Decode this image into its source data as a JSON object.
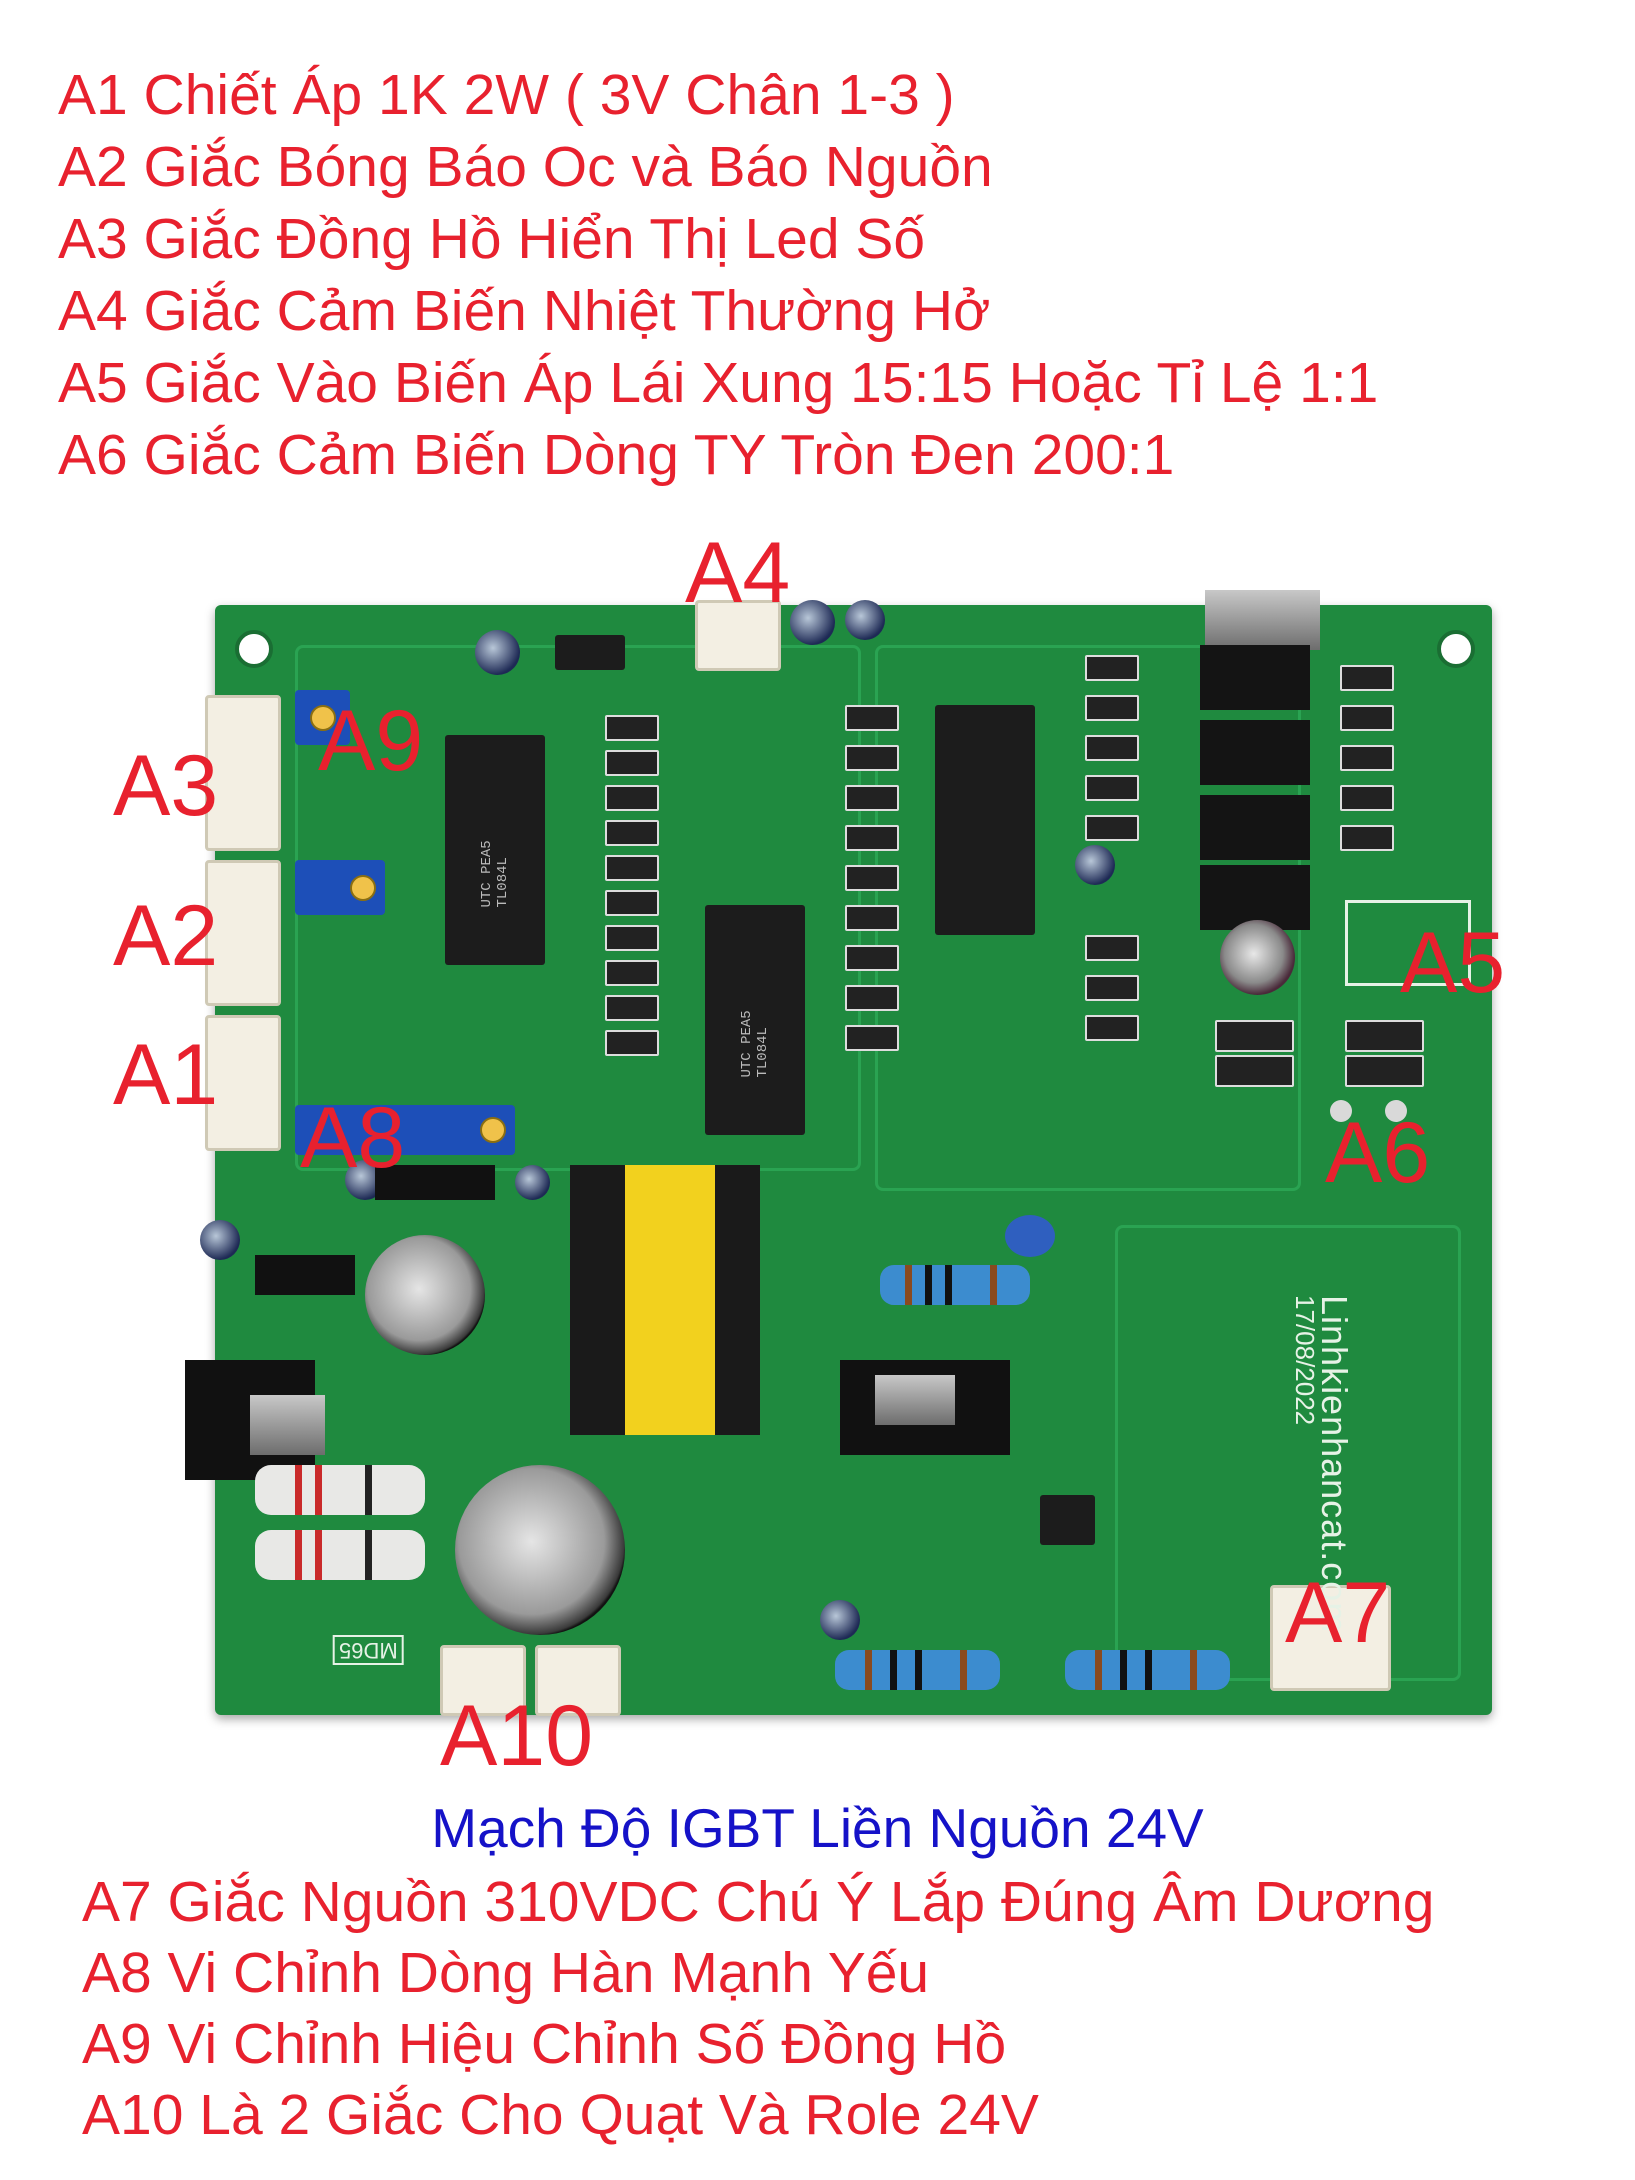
{
  "top_notes": [
    "A1 Chiết Áp 1K 2W ( 3V Chân 1-3 )",
    "A2 Giắc Bóng Báo Oc và Báo Nguồn",
    "A3 Giắc Đồng Hồ Hiển Thị Led Số",
    "A4 Giắc Cảm Biến Nhiệt Thường Hở",
    "A5 Giắc Vào Biến Áp Lái Xung 15:15 Hoặc Tỉ Lệ 1:1",
    "A6 Giắc Cảm Biến Dòng TY Tròn Đen 200:1"
  ],
  "title": "Mạch Độ IGBT Liền Nguồn 24V",
  "bottom_notes": [
    "A7 Giắc Nguồn 310VDC Chú Ý Lắp Đúng Âm Dương",
    "A8 Vi Chỉnh Dòng Hàn Mạnh Yếu",
    "A9 Vi Chỉnh Hiệu Chỉnh Số Đồng Hồ",
    "A10 Là 2 Giắc Cho Quạt Và Role 24V"
  ],
  "board_labels": {
    "a1": "A1",
    "a2": "A2",
    "a3": "A3",
    "a4": "A4",
    "a5": "A5",
    "a6": "A6",
    "a7": "A7",
    "a8": "A8",
    "a9": "A9",
    "a10": "A10"
  },
  "silkscreen": {
    "brand": "Linhkienhancat.com",
    "date": "17/08/2022",
    "model": "MD65",
    "ic_marking": "UTC PEA5 TL084L"
  },
  "colors": {
    "label_red": "#e8212e",
    "title_blue": "#1512c8",
    "pcb_green": "#1f8a3f"
  }
}
